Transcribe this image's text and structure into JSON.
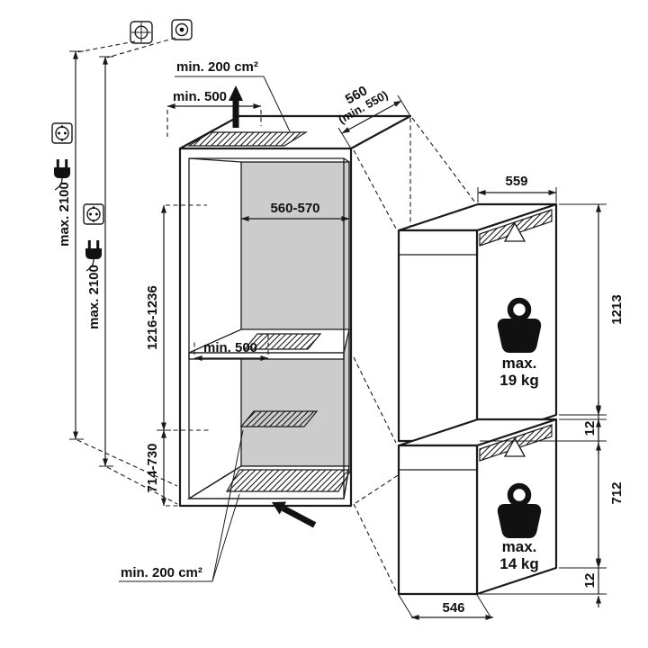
{
  "colors": {
    "line": "#1a1a1a",
    "back_wall": "#cccccc",
    "background": "#ffffff"
  },
  "icons": [
    "ceiling-junction-icon",
    "ceiling-outlet-icon",
    "socket-icon",
    "plug-icon",
    "airflow-up-arrow-icon",
    "airflow-in-arrow-icon",
    "weight-kettlebell-icon",
    "vent-hatch"
  ],
  "wall": {
    "outer_height": "max. 2100",
    "inner_height": "max. 2100"
  },
  "niche": {
    "top_vent": "min. 200 cm²",
    "top_clearance": "min. 500",
    "depth": "560",
    "depth_min": "(min. 550)",
    "width": "560-570",
    "upper_compartment_height": "1216-1236",
    "shelf_clearance": "min. 500",
    "lower_compartment_height": "714-730",
    "bottom_vent": "min. 200 cm²"
  },
  "appliances": {
    "width": "559",
    "depth": "546",
    "upper": {
      "max_label": "max.",
      "weight": "19 kg",
      "height": "1213",
      "clearance": "12"
    },
    "lower": {
      "max_label": "max.",
      "weight": "14 kg",
      "height": "712",
      "clearance": "12"
    }
  }
}
